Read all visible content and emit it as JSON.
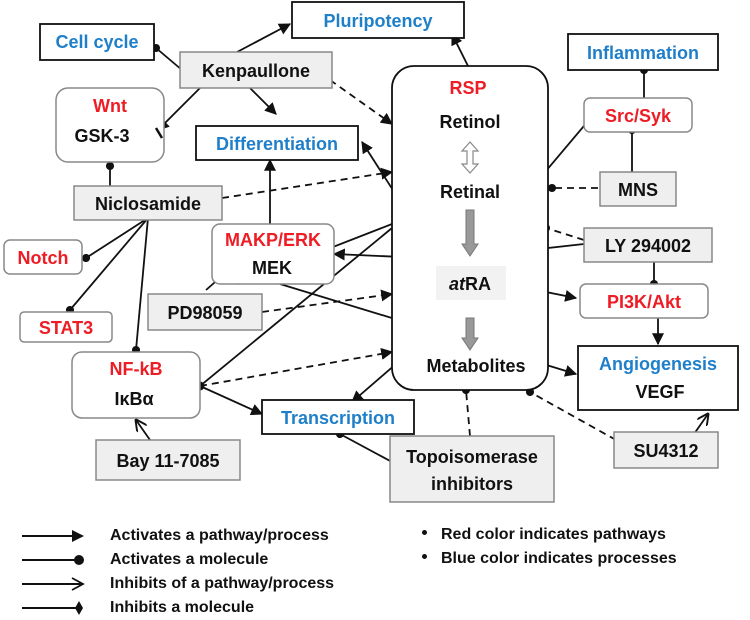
{
  "colors": {
    "red": "#ee1c24",
    "blue": "#1f7fc9",
    "black": "#111111",
    "gray_box": "#efefef"
  },
  "nodes": {
    "pluripotency": "Pluripotency",
    "cell_cycle": "Cell cycle",
    "kenpaullone": "Kenpaullone",
    "wnt": "Wnt",
    "gsk3": "GSK-3",
    "differentiation": "Differentiation",
    "rsp": "RSP",
    "retinol": "Retinol",
    "retinal": "Retinal",
    "atra_prefix": "at",
    "atra_suffix": "RA",
    "metabolites": "Metabolites",
    "inflammation": "Inflammation",
    "src_syk": "Src/Syk",
    "mns": "MNS",
    "niclosamide": "Niclosamide",
    "notch": "Notch",
    "stat3": "STAT3",
    "makp_erk": "MAKP/ERK",
    "mek": "MEK",
    "ly294002": "LY 294002",
    "pd98059": "PD98059",
    "pi3k_akt": "PI3K/Akt",
    "nfkb": "NF-kB",
    "ikba": "IκBα",
    "angiogenesis": "Angiogenesis",
    "vegf": "VEGF",
    "transcription": "Transcription",
    "bay": "Bay 11-7085",
    "topo_line1": "Topoisomerase",
    "topo_line2": "inhibitors",
    "su4312": "SU4312"
  },
  "legend": {
    "items": [
      "Activates a pathway/process",
      "Activates a molecule",
      "Inhibits of a pathway/process",
      "Inhibits a molecule"
    ],
    "notes": [
      "Red color indicates pathways",
      "Blue color indicates processes"
    ]
  }
}
